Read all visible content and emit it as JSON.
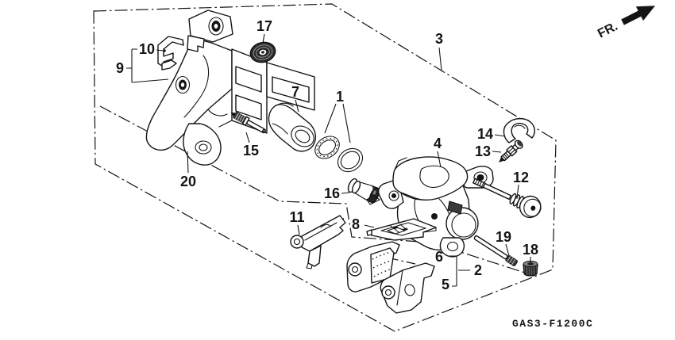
{
  "page": {
    "background": "#ffffff",
    "ink": "#141414"
  },
  "footer": {
    "diagram_code": "GAS3-F1200C"
  },
  "orientation": {
    "label": "FR."
  },
  "labels": {
    "l1": "1",
    "l2": "2",
    "l3": "3",
    "l4": "4",
    "l5": "5",
    "l6": "6",
    "l7": "7",
    "l8": "8",
    "l9": "9",
    "l10": "10",
    "l11": "11",
    "l12": "12",
    "l13": "13",
    "l14": "14",
    "l15": "15",
    "l16": "16",
    "l17": "17",
    "l18": "18",
    "l19": "19",
    "l20": "20"
  }
}
